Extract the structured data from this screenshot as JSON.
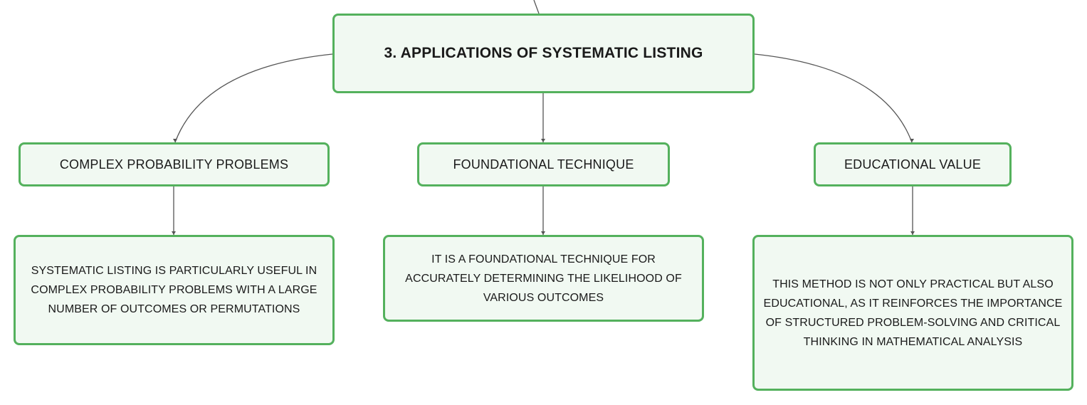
{
  "root": {
    "label": "3. APPLICATIONS OF SYSTEMATIC LISTING"
  },
  "branches": [
    {
      "label": "COMPLEX PROBABILITY PROBLEMS",
      "detail": "SYSTEMATIC LISTING IS PARTICULARLY USEFUL IN COMPLEX PROBABILITY PROBLEMS WITH A LARGE NUMBER OF OUTCOMES OR PERMUTATIONS"
    },
    {
      "label": "FOUNDATIONAL TECHNIQUE",
      "detail": "IT IS A FOUNDATIONAL TECHNIQUE FOR ACCURATELY DETERMINING THE LIKELIHOOD OF VARIOUS OUTCOMES"
    },
    {
      "label": "EDUCATIONAL VALUE",
      "detail": "THIS METHOD IS NOT ONLY PRACTICAL BUT ALSO EDUCATIONAL, AS IT REINFORCES THE IMPORTANCE OF STRUCTURED PROBLEM-SOLVING AND CRITICAL THINKING IN MATHEMATICAL ANALYSIS"
    }
  ],
  "colors": {
    "node_border": "#54b15d",
    "node_fill": "#f1f9f2",
    "connector": "#555555"
  }
}
